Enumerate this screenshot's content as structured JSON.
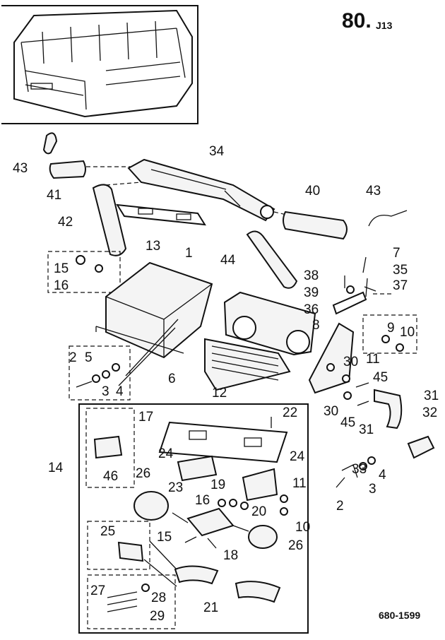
{
  "header": {
    "page_number": "80.",
    "page_suffix": "J13"
  },
  "footer": {
    "drawing_code": "680-1599"
  },
  "labels": {
    "n1": "1",
    "n2a": "2",
    "n2b": "2",
    "n3a": "3",
    "n3b": "3",
    "n4a": "4",
    "n4b": "4",
    "n5": "5",
    "n6": "6",
    "n7": "7",
    "n8": "8",
    "n9": "9",
    "n10a": "10",
    "n10b": "10",
    "n11a": "11",
    "n11b": "11",
    "n12": "12",
    "n13": "13",
    "n14": "14",
    "n15a": "15",
    "n15b": "15",
    "n16a": "16",
    "n16b": "16",
    "n17": "17",
    "n18": "18",
    "n19": "19",
    "n20": "20",
    "n21": "21",
    "n22": "22",
    "n23": "23",
    "n24a": "24",
    "n24b": "24",
    "n25": "25",
    "n26a": "26",
    "n26b": "26",
    "n27": "27",
    "n28": "28",
    "n29": "29",
    "n30a": "30",
    "n30b": "30",
    "n31a": "31",
    "n31b": "31",
    "n32": "32",
    "n33": "33",
    "n34": "34",
    "n35": "35",
    "n36": "36",
    "n37": "37",
    "n38": "38",
    "n39": "39",
    "n40": "40",
    "n41": "41",
    "n42": "42",
    "n43a": "43",
    "n43b": "43",
    "n44": "44",
    "n45a": "45",
    "n45b": "45",
    "n46": "46"
  }
}
